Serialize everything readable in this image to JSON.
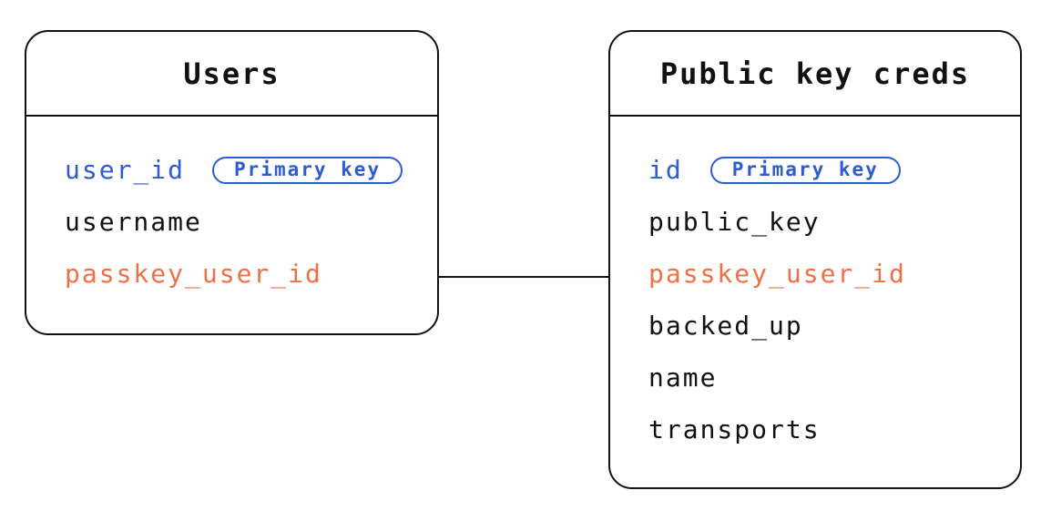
{
  "diagram": {
    "tables": [
      {
        "title": "Users",
        "fields": [
          {
            "name": "user_id",
            "color": "blue",
            "badge": "Primary key"
          },
          {
            "name": "username",
            "color": "black"
          },
          {
            "name": "passkey_user_id",
            "color": "orange"
          }
        ]
      },
      {
        "title": "Public key creds",
        "fields": [
          {
            "name": "id",
            "color": "blue",
            "badge": "Primary key"
          },
          {
            "name": "public_key",
            "color": "black"
          },
          {
            "name": "passkey_user_id",
            "color": "orange"
          },
          {
            "name": "backed_up",
            "color": "black"
          },
          {
            "name": "name",
            "color": "black"
          },
          {
            "name": "transports",
            "color": "black"
          }
        ]
      }
    ],
    "relationship": {
      "from_table": "Users",
      "from_field": "passkey_user_id",
      "to_table": "Public key creds",
      "to_field": "passkey_user_id"
    },
    "colors": {
      "primary_key_blue": "#2d5bd1",
      "highlight_orange": "#ed7148",
      "line_black": "#111111",
      "background": "#ffffff"
    }
  }
}
